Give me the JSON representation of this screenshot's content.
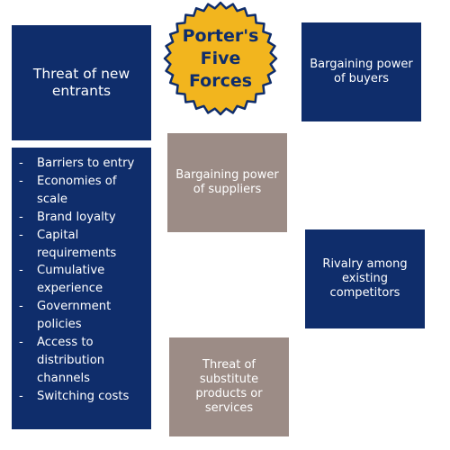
{
  "title_seal": {
    "lines": [
      "Porter's",
      "Five",
      "Forces"
    ]
  },
  "threat_new_entrants": {
    "label": "Threat of new entrants"
  },
  "barriers_list": {
    "items": [
      "Barriers to entry",
      "Economies of scale",
      "Brand loyalty",
      "Capital requirements",
      "Cumulative experience",
      "Government policies",
      "Access to distribution channels",
      "Switching costs"
    ]
  },
  "buyers": {
    "label": "Bargaining power of buyers"
  },
  "suppliers": {
    "label": "Bargaining power of suppliers"
  },
  "rivalry": {
    "label": "Rivalry among existing competitors"
  },
  "substitutes": {
    "label": "Threat of substitute products or services"
  },
  "colors": {
    "navy": "#0f2d6b",
    "taupe": "#9c8c86",
    "seal_fill": "#f2b51e",
    "seal_border": "#0f2d6b"
  }
}
